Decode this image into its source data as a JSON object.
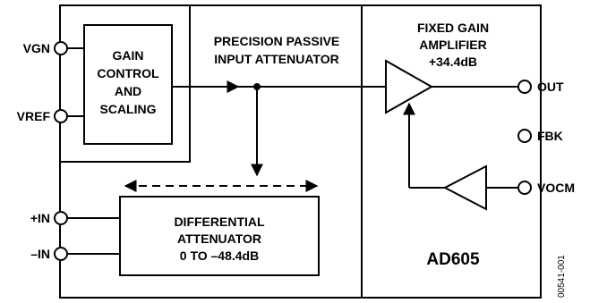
{
  "pins": {
    "vgn": "VGN",
    "vref": "VREF",
    "in_pos": "+IN",
    "in_neg": "–IN",
    "out": "OUT",
    "fbk": "FBK",
    "vocm": "VOCM"
  },
  "gain_control": [
    "GAIN",
    "CONTROL",
    "AND",
    "SCALING"
  ],
  "passive_attenuator": [
    "PRECISION PASSIVE",
    "INPUT ATTENUATOR"
  ],
  "amplifier": [
    "FIXED GAIN",
    "AMPLIFIER",
    "+34.4dB"
  ],
  "diff_attenuator": [
    "DIFFERENTIAL",
    "ATTENUATOR",
    "0 TO –48.4dB"
  ],
  "part_number": "AD605",
  "figure_id": "00541-001"
}
